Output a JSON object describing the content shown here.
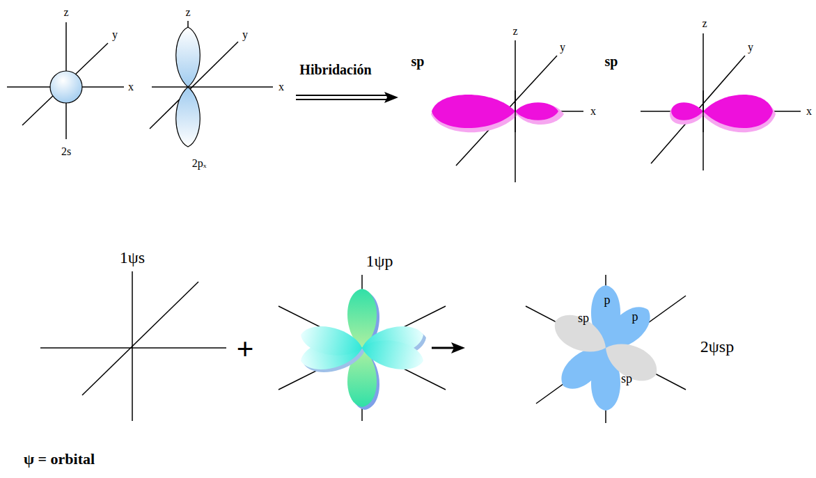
{
  "diagram": {
    "labels": [
      "z",
      "y",
      "x",
      "2s",
      "z",
      "y",
      "x",
      "2pₓ",
      "Hibridación",
      "sp",
      "z",
      "y",
      "x",
      "sp",
      "z",
      "y",
      "x",
      "1ψs",
      "+",
      "1ψp",
      "sp",
      "p",
      "p",
      "sp",
      "2ψsp",
      "ψ = orbital"
    ]
  }
}
